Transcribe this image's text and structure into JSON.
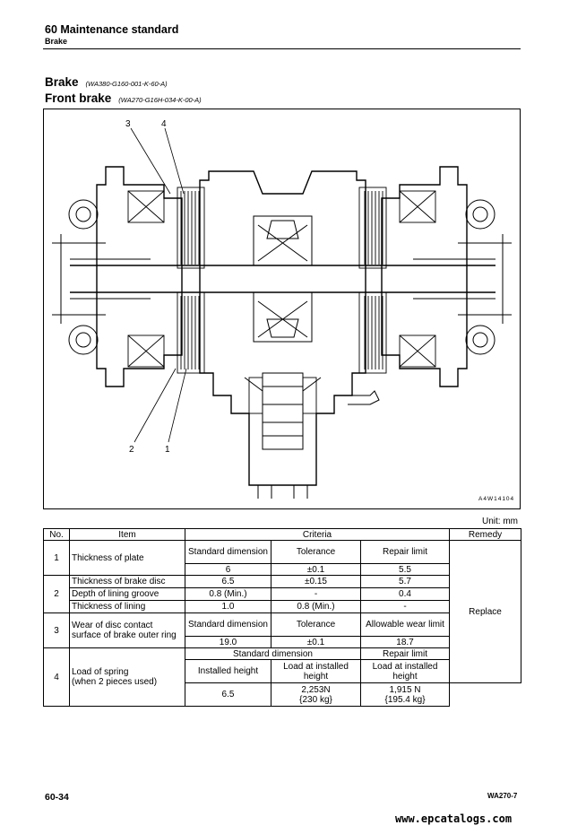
{
  "header": {
    "title": "60 Maintenance standard",
    "subtitle": "Brake"
  },
  "section": {
    "title": "Brake",
    "code": "(WA380-G160-001-K-60-A)",
    "subtitle": "Front brake",
    "sub_code": "(WA270-G16H-034-K-00-A)"
  },
  "figure": {
    "callouts": [
      "3",
      "4",
      "2",
      "1"
    ],
    "id": "A4W14104"
  },
  "table": {
    "unit": "Unit: mm",
    "headers": [
      "No.",
      "Item",
      "Criteria",
      "Remedy"
    ],
    "remedy": "Replace",
    "r1": {
      "no": "1",
      "item": "Thickness of plate",
      "h1": "Standard dimension",
      "h2": "Tolerance",
      "h3": "Repair limit",
      "v1": "6",
      "v2": "±0.1",
      "v3": "5.5"
    },
    "r2": {
      "no": "2",
      "a_item": "Thickness of brake disc",
      "a1": "6.5",
      "a2": "±0.15",
      "a3": "5.7",
      "b_item": "Depth of lining groove",
      "b1": "0.8 (Min.)",
      "b2": "-",
      "b3": "0.4",
      "c_item": "Thickness of lining",
      "c1": "1.0",
      "c2": "0.8 (Min.)",
      "c3": "-"
    },
    "r3": {
      "no": "3",
      "item": "Wear of disc contact surface of brake outer ring",
      "h1": "Standard dimension",
      "h2": "Tolerance",
      "h3": "Allowable wear limit",
      "v1": "19.0",
      "v2": "±0.1",
      "v3": "18.7"
    },
    "r4": {
      "no": "4",
      "item1": "Load of spring",
      "item2": "(when 2 pieces used)",
      "std": "Standard dimension",
      "limit": "Repair limit",
      "h1": "Installed height",
      "h2": "Load at installed height",
      "h3": "Load at installed height",
      "v1": "6.5",
      "v2a": "2,253N",
      "v2b": "{230 kg}",
      "v3a": "1,915 N",
      "v3b": "{195.4 kg}"
    }
  },
  "footer": {
    "page": "60-34",
    "model": "WA270-7",
    "watermark": "www.epcatalogs.com"
  }
}
